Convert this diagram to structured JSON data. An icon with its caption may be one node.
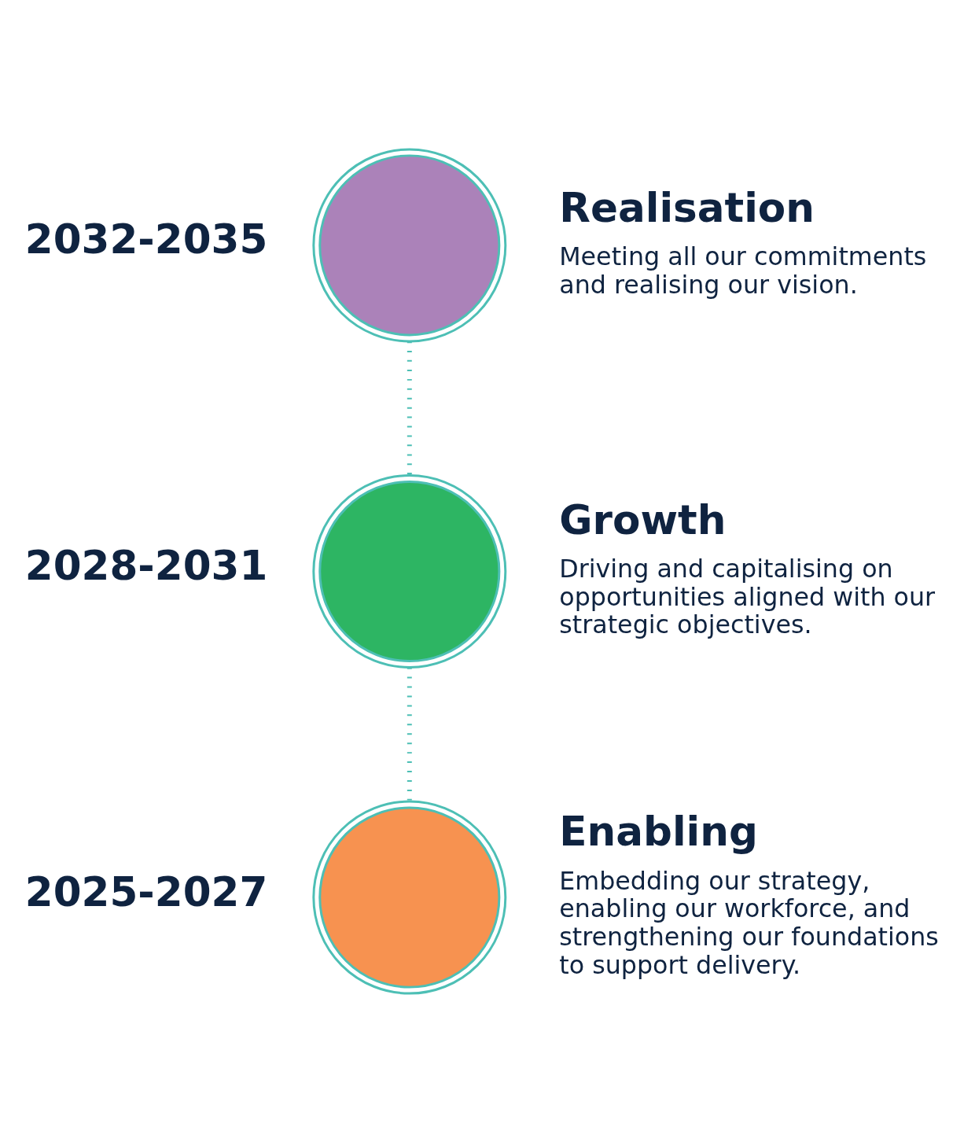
{
  "diagram": {
    "nodes": [
      {
        "text": [],
        "shape": "circle",
        "beside": [
          "2032-2035",
          "Realisation",
          "Meeting all our commitments and realising our vision."
        ]
      },
      {
        "text": [],
        "shape": "circle",
        "beside": [
          "2028-2031",
          "Growth",
          "Driving and capitalising on opportunities aligned with our strategic objectives."
        ]
      },
      {
        "text": [],
        "shape": "circle",
        "beside": [
          "2025-2027",
          "Enabling",
          "Embedding our strategy, enabling our workforce, and strengthening our foundations to support delivery."
        ]
      }
    ],
    "edges": [
      {
        "from": 0,
        "to": 1,
        "arrow": "none",
        "style": "dashed"
      },
      {
        "from": 1,
        "to": 2,
        "arrow": "none",
        "style": "dashed"
      }
    ]
  }
}
